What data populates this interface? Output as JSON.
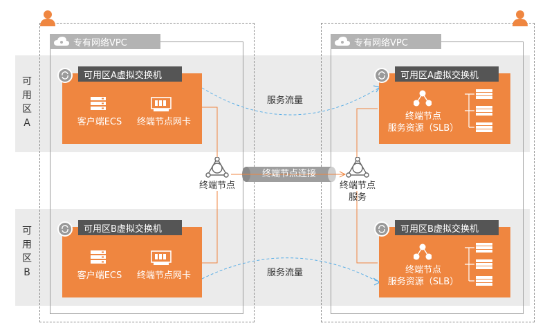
{
  "colors": {
    "accent": "#ef8640",
    "switch_label": "#555555",
    "band": "#ebebeb",
    "vpc_label": "#b3b3b3",
    "flow_line": "#5aaee6"
  },
  "left_account": {
    "icon": "user-icon",
    "vpc_label": "专有网络VPC",
    "zone_a": {
      "label": [
        "可",
        "用",
        "区",
        "A"
      ],
      "switch": "可用区A虚拟交换机",
      "client": "客户端ECS",
      "nic": "终端节点网卡"
    },
    "zone_b": {
      "label": [
        "可",
        "用",
        "区",
        "B"
      ],
      "switch": "可用区B虚拟交换机",
      "client": "客户端ECS",
      "nic": "终端节点网卡"
    },
    "endpoint": "终端节点"
  },
  "right_account": {
    "icon": "user-icon",
    "vpc_label": "专有网络VPC",
    "zone_a": {
      "switch": "可用区A虚拟交换机",
      "service_line1": "终端节点",
      "service_line2": "服务资源（SLB）"
    },
    "zone_b": {
      "switch": "可用区B虚拟交换机",
      "service_line1": "终端节点",
      "service_line2": "服务资源（SLB）"
    },
    "endpoint_service_line1": "终端节点",
    "endpoint_service_line2": "服务"
  },
  "connection": "终端节点连接",
  "flow_a": "服务流量",
  "flow_b": "服务流量"
}
